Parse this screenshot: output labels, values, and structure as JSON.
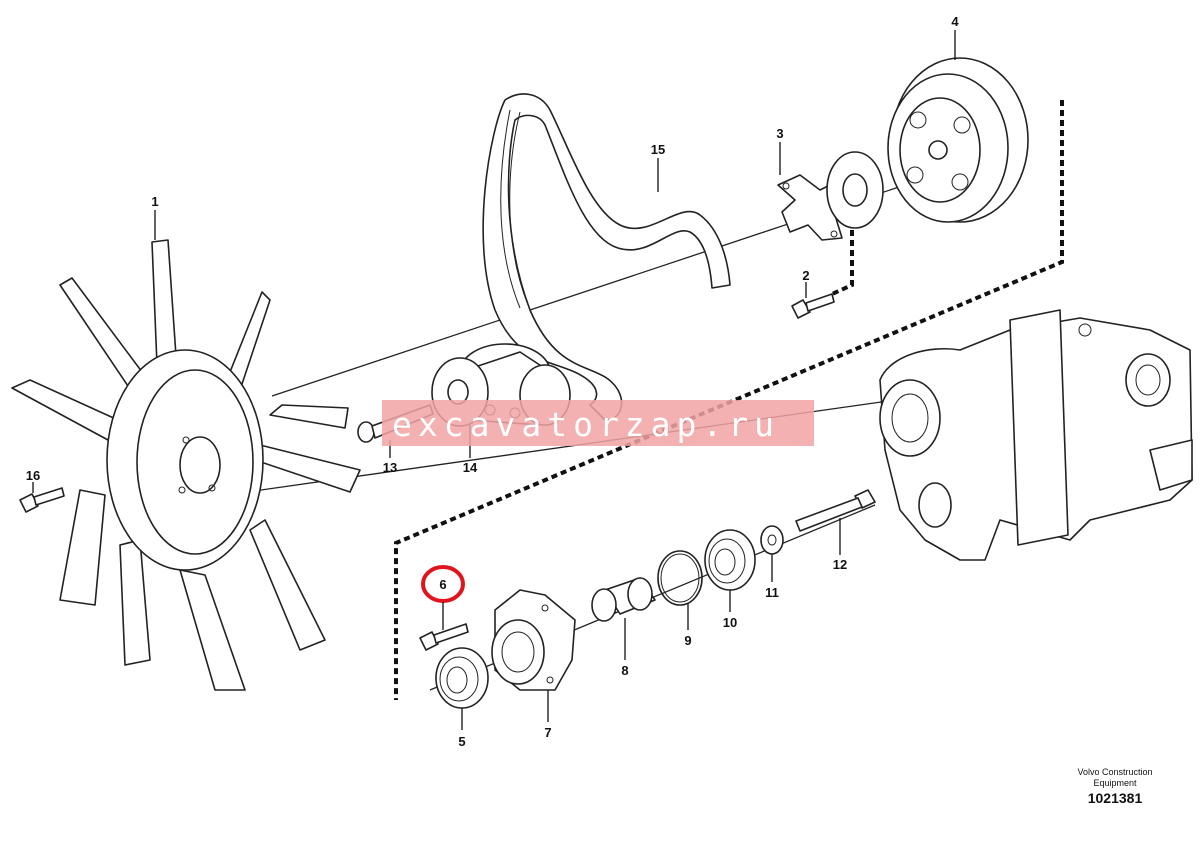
{
  "diagram": {
    "parts": [
      {
        "id": "1",
        "name": "fan"
      },
      {
        "id": "2",
        "name": "hub-bolt"
      },
      {
        "id": "3",
        "name": "fan-hub"
      },
      {
        "id": "4",
        "name": "pulley"
      },
      {
        "id": "5",
        "name": "bearing-front"
      },
      {
        "id": "6",
        "name": "screw"
      },
      {
        "id": "7",
        "name": "bracket"
      },
      {
        "id": "8",
        "name": "spacer"
      },
      {
        "id": "9",
        "name": "snap-ring"
      },
      {
        "id": "10",
        "name": "bearing-rear"
      },
      {
        "id": "11",
        "name": "washer"
      },
      {
        "id": "12",
        "name": "shaft-bolt"
      },
      {
        "id": "13",
        "name": "tensioner-bolt"
      },
      {
        "id": "14",
        "name": "belt-tensioner"
      },
      {
        "id": "15",
        "name": "v-belt"
      },
      {
        "id": "16",
        "name": "fan-bolt"
      }
    ],
    "highlighted_part": "6",
    "highlight_color": "#e0141e",
    "watermark": "excavatorzap.ru",
    "credit_line1": "Volvo Construction",
    "credit_line2": "Equipment",
    "document_number": "1021381"
  }
}
